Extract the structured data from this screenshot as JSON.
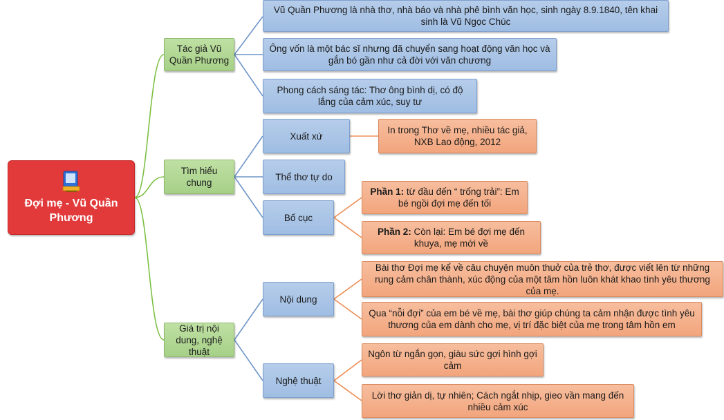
{
  "root": {
    "title": "Đợi mẹ - Vũ Quần Phương",
    "icon": "computer-icon"
  },
  "colors": {
    "root": "#e23a3a",
    "branch": "#a6d088",
    "sub": "#9fbde3",
    "leaf": "#f2a57d",
    "line_green": "#7cc043",
    "line_blue": "#6f95c8",
    "line_orange": "#ee8d55"
  },
  "branches": [
    {
      "label": "Tác giả Vũ Quần Phương",
      "children": [
        {
          "label": "Vũ Quần Phương là nhà thơ, nhà báo và nhà phê bình văn học, sinh ngày 8.9.1840, tên khai sinh là Vũ Ngọc Chúc"
        },
        {
          "label": "Ông vốn là một bác sĩ nhưng đã chuyển sang hoạt động văn học và gắn bó gần như cả đời với văn chương"
        },
        {
          "label": "Phong cách sáng tác: Thơ ông bình dị, có độ lắng của cảm xúc, suy tư"
        }
      ]
    },
    {
      "label": "Tìm hiểu chung",
      "children": [
        {
          "label": "Xuất xứ",
          "children": [
            {
              "text": "In trong Thơ về mẹ, nhiều tác giả, NXB Lao động, 2012"
            }
          ]
        },
        {
          "label": "Thể thơ tự do"
        },
        {
          "label": "Bố cục",
          "children": [
            {
              "bold": "Phần 1:",
              "text": " từ đầu đến “ trống trải”: Em bé ngồi đợi mẹ đến tối"
            },
            {
              "bold": "Phần 2:",
              "text": " Còn lại: Em bé đợi mẹ đến khuya, mẹ mới về"
            }
          ]
        }
      ]
    },
    {
      "label": "Giá trị nội dung, nghệ thuật",
      "children": [
        {
          "label": "Nội dung",
          "children": [
            {
              "text": "Bài thơ Đợi mẹ kể về câu chuyện muôn thuở của trẻ thơ, được viết lên từ những rung cảm chân thành, xúc động của một tâm hồn luôn khát khao tình yêu thương của mẹ."
            },
            {
              "text": "Qua “nỗi đợi” của em bé về mẹ, bài thơ giúp chúng ta cảm nhận được tình yêu thương của em dành cho mẹ, vị trí đặc biệt của mẹ trong tâm hồn em"
            }
          ]
        },
        {
          "label": "Nghệ thuật",
          "children": [
            {
              "text": "Ngôn từ ngắn gọn, giàu sức gợi hình gợi cảm"
            },
            {
              "text": "Lời thơ giản dị, tự nhiên; Cách ngắt nhịp, gieo vần mang đến nhiều cảm xúc"
            }
          ]
        }
      ]
    }
  ]
}
